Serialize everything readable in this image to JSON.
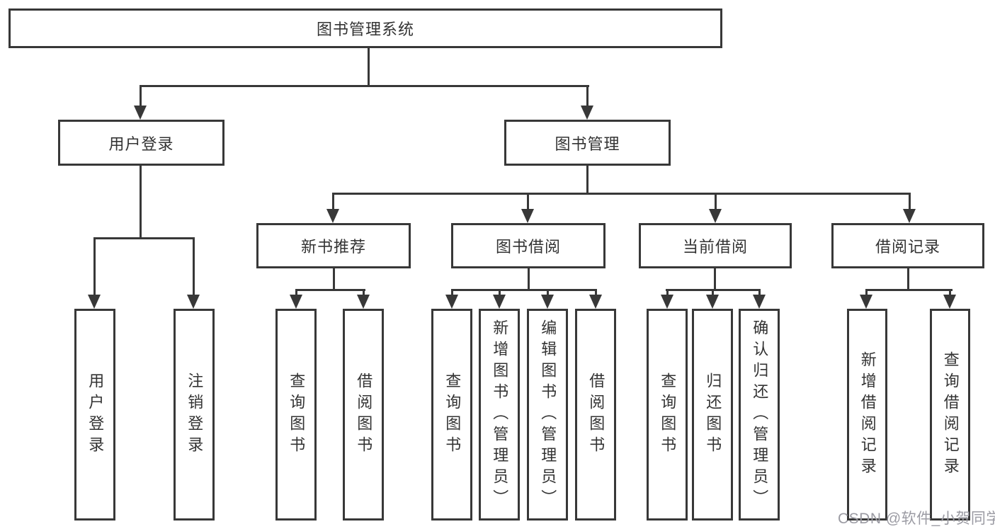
{
  "diagram_title": "图书管理系统",
  "nodes": {
    "root": "图书管理系统",
    "user_login": "用户登录",
    "book_mgmt": "图书管理",
    "new_books": "新书推荐",
    "book_borrow": "图书借阅",
    "current_borrow": "当前借阅",
    "borrow_records": "借阅记录",
    "leaf_user_login": "用户登录",
    "leaf_logout": "注销登录",
    "leaf_nb_query": "查询图书",
    "leaf_nb_borrow": "借阅图书",
    "leaf_bb_query": "查询图书",
    "leaf_bb_add": "新增图书（管理员）",
    "leaf_bb_edit": "编辑图书（管理员）",
    "leaf_bb_borrow": "借阅图书",
    "leaf_cb_query": "查询图书",
    "leaf_cb_return": "归还图书",
    "leaf_cb_confirm": "确认归还（管理员）",
    "leaf_br_add": "新增借阅记录",
    "leaf_br_query": "查询借阅记录"
  },
  "watermark": "CSDN @软件_小贺同学",
  "colors": {
    "line": "#383838",
    "box_border": "#383838",
    "text": "#333333",
    "watermark": "#9b9ba3",
    "background": "#ffffff"
  }
}
